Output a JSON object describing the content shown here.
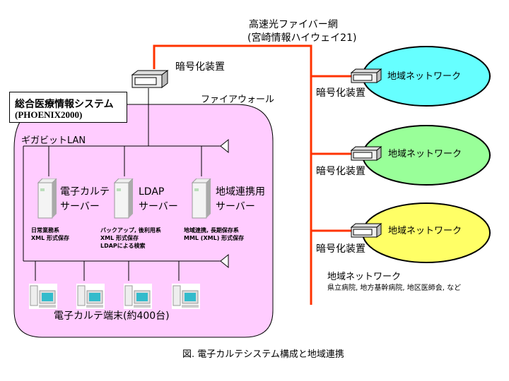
{
  "backbone": {
    "label_line1": "高速光ファイバー網",
    "label_line2": "(宮崎情報ハイウェイ21)",
    "color": "#ff3300"
  },
  "central": {
    "encryptor_label": "暗号化装置",
    "firewall_label": "ファイアウォール",
    "system_title": "総合医療情報システム",
    "system_subtitle": "(PHOENIX2000)",
    "lan_label": "ギガビットLAN",
    "zone_color": "#ffccff"
  },
  "servers": [
    {
      "name_line1": "電子カルテ",
      "name_line2": "サーバー",
      "notes": [
        "日常業務系",
        "XML 形式保存"
      ]
    },
    {
      "name_line1": "LDAP",
      "name_line2": "サーバー",
      "notes": [
        "バックアップ, 後利用系",
        "XML 形式保存",
        "LDAPによる検索"
      ]
    },
    {
      "name_line1": "地域連携用",
      "name_line2": "サーバー",
      "notes": [
        "地域連携, 長期保存系",
        "MML (XML) 形式保存"
      ]
    }
  ],
  "terminals": {
    "label": "電子カルテ端末(約400台)",
    "count_shown": 4
  },
  "regional": [
    {
      "label": "地域ネットワーク",
      "encryptor_label": "暗号化装置",
      "color": "#66ffff"
    },
    {
      "label": "地域ネットワーク",
      "encryptor_label": "暗号化装置",
      "color": "#99ff99"
    },
    {
      "label": "地域ネットワーク",
      "encryptor_label": "暗号化装置",
      "color": "#ffff66"
    }
  ],
  "regional_note": {
    "title": "地域ネットワーク",
    "members": "県立病院, 地方基幹病院, 地区医師会, など"
  },
  "caption": "図. 電子カルテシステム構成と地域連携"
}
